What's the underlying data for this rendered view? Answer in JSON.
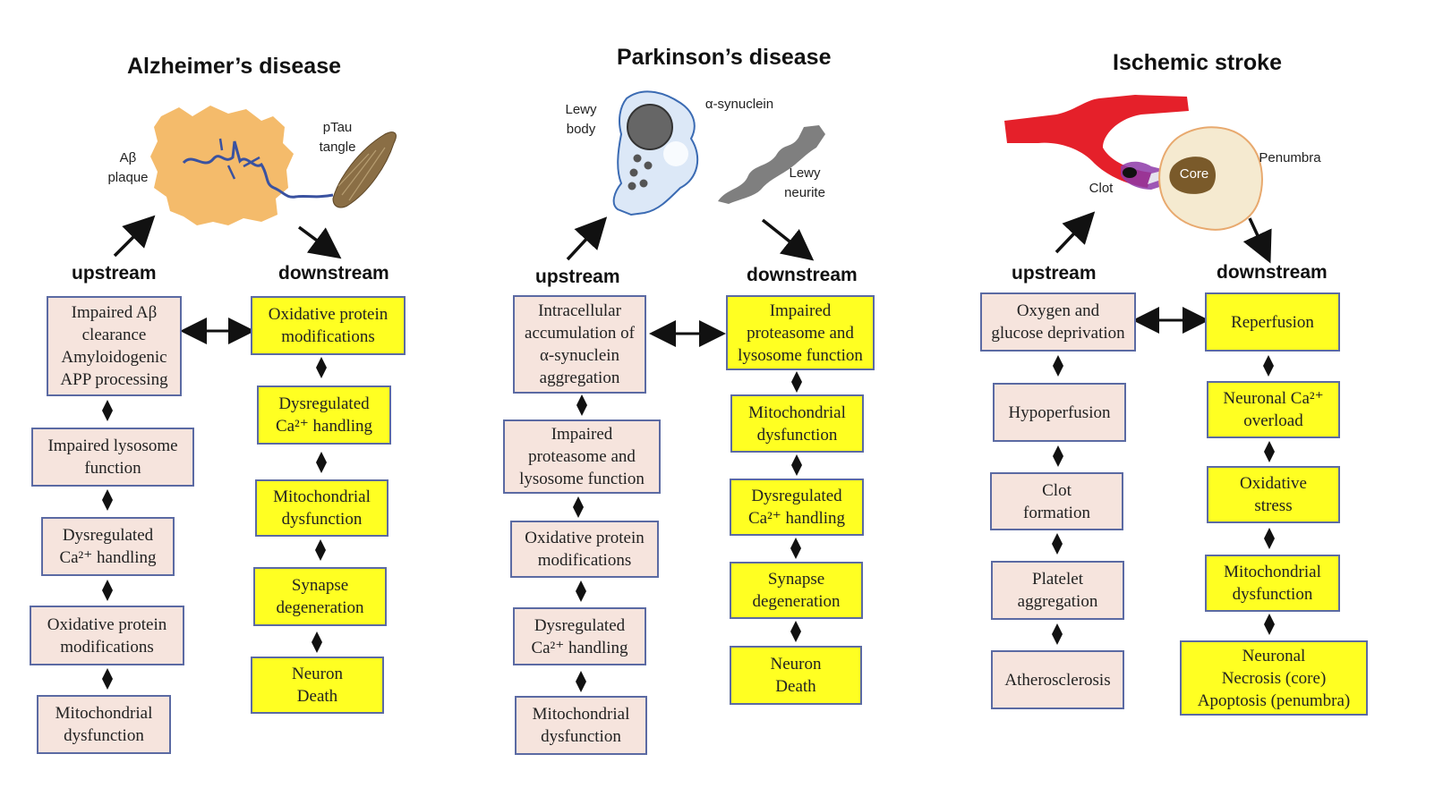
{
  "panels": [
    {
      "title": "Alzheimer’s disease",
      "labels": {
        "abeta": "Aβ\nplaque",
        "ptau": "pTau\ntangle"
      },
      "upstream_label": "upstream",
      "downstream_label": "downstream",
      "upstream": [
        "Impaired Aβ\nclearance\nAmyloidogenic\nAPP processing",
        "Impaired lysosome\nfunction",
        "Dysregulated\nCa²⁺ handling",
        "Oxidative protein\nmodifications",
        "Mitochondrial\ndysfunction"
      ],
      "downstream": [
        "Oxidative protein\nmodifications",
        "Dysregulated\nCa²⁺ handling",
        "Mitochondrial\ndysfunction",
        "Synapse\ndegeneration",
        "Neuron\nDeath"
      ]
    },
    {
      "title": "Parkinson’s disease",
      "labels": {
        "lewy_body": "Lewy\nbody",
        "synuclein": "α-synuclein",
        "lewy_neurite": "Lewy\nneurite"
      },
      "upstream_label": "upstream",
      "downstream_label": "downstream",
      "upstream": [
        "Intracellular\naccumulation of\nα-synuclein\naggregation",
        "Impaired\nproteasome and\nlysosome function",
        "Oxidative protein\nmodifications",
        "Dysregulated\nCa²⁺ handling",
        "Mitochondrial\ndysfunction"
      ],
      "downstream": [
        "Impaired\nproteasome and\nlysosome function",
        "Mitochondrial\ndysfunction",
        "Dysregulated\nCa²⁺ handling",
        "Synapse\ndegeneration",
        "Neuron\nDeath"
      ]
    },
    {
      "title": "Ischemic stroke",
      "labels": {
        "clot": "Clot",
        "core": "Core",
        "penumbra": "Penumbra"
      },
      "upstream_label": "upstream",
      "downstream_label": "downstream",
      "upstream": [
        "Oxygen and\nglucose deprivation",
        "Hypoperfusion",
        "Clot\nformation",
        "Platelet\naggregation",
        "Atherosclerosis"
      ],
      "downstream": [
        "Reperfusion",
        "Neuronal Ca²⁺\noverload",
        "Oxidative\nstress",
        "Mitochondrial\ndysfunction",
        "Neuronal\nNecrosis (core)\nApoptosis (penumbra)"
      ]
    }
  ],
  "colors": {
    "upstream_fill": "#f6e4dd",
    "downstream_fill": "#ffff22",
    "box_border": "#5b6aa3",
    "plaque": "#f4bb6b",
    "vessel": "#e5202a",
    "lewy_body": "#dce8f7"
  }
}
